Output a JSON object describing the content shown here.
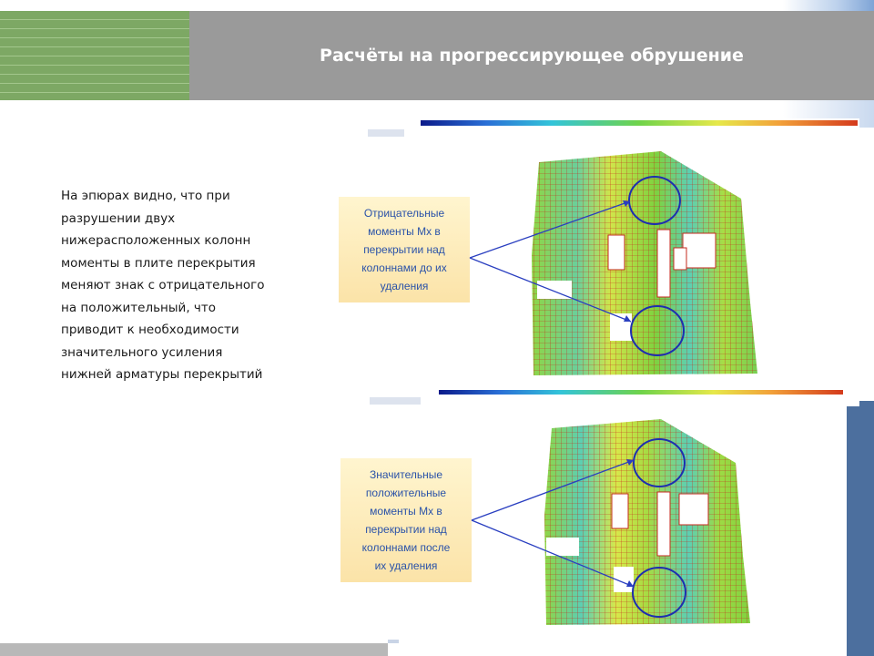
{
  "slide": {
    "title": "Расчёты на прогрессирующее обрушение",
    "body_lines": [
      "На эпюрах видно, что при",
      "разрушении двух",
      "нижерасположенных колонн",
      "моменты в плите перекрытия",
      "меняют знак с отрицательного",
      "на положительный, что",
      "приводит к необходимости",
      "значительного усиления",
      "нижней арматуры перекрытий"
    ],
    "callout_top_lines": [
      "Отрицательные",
      "моменты Мх  в",
      "перекрытии над",
      "колоннами до их",
      "удаления"
    ],
    "callout_bottom_lines": [
      "Значительные",
      "положительные",
      "моменты Мх  в",
      "перекрытии над",
      "колоннами после",
      "их удаления"
    ]
  },
  "colors": {
    "header_bg": "#9a9a9a",
    "header_stripes": "#7da864",
    "callout_text": "#2a52a8",
    "callout_bg": "#fbe3a8",
    "marker_circle": "#1d2fb0",
    "slab_green": "#7fd23f",
    "slab_yellow": "#d8e84a",
    "slab_cyan": "#5ccfb3",
    "grid_red": "#c42a1c",
    "accent_blue": "#4c6f9e"
  },
  "icons": {
    "plot_legend": "color-scale-legend-bar",
    "marker": "ellipse-highlight-icon"
  }
}
